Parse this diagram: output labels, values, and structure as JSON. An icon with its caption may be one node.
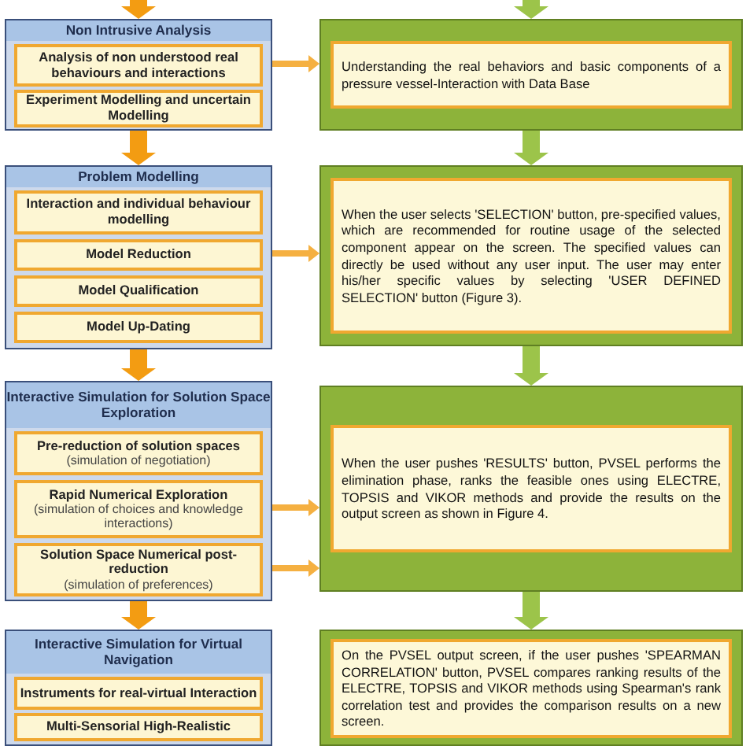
{
  "diagram": {
    "nodes": [
      {
        "text": [
          "Non Intrusive Analysis"
        ]
      },
      {
        "text": [
          "Analysis of non understood real behaviours and interactions"
        ],
        "in": 0
      },
      {
        "text": [
          "Experiment Modelling and uncertain Modelling"
        ],
        "in": 0
      },
      {
        "text": [
          "Problem Modelling"
        ]
      },
      {
        "text": [
          "Interaction and individual behaviour modelling"
        ],
        "in": 3
      },
      {
        "text": [
          "Model Reduction"
        ],
        "in": 3
      },
      {
        "text": [
          "Model Qualification"
        ],
        "in": 3
      },
      {
        "text": [
          "Model Up-Dating"
        ],
        "in": 3
      },
      {
        "text": [
          "Interactive Simulation for Solution Space Exploration"
        ]
      },
      {
        "text": [
          "Pre-reduction of solution spaces",
          "(simulation of negotiation)"
        ],
        "in": 8
      },
      {
        "text": [
          "Rapid Numerical Exploration",
          "(simulation of choices and knowledge interactions)"
        ],
        "in": 8
      },
      {
        "text": [
          "Solution Space Numerical post-reduction",
          "(simulation of preferences)"
        ],
        "in": 8
      },
      {
        "text": [
          "Interactive Simulation for Virtual Navigation"
        ]
      },
      {
        "text": [
          "Instruments for real-virtual Interaction"
        ],
        "in": 12
      },
      {
        "text": [
          "Multi-Sensorial High-Realistic"
        ],
        "in": 12
      },
      {
        "text": [
          "Understanding the real behaviors and basic components of a pressure vessel-Interaction with Data Base"
        ]
      },
      {
        "text": [
          "When the user selects 'SELECTION' button, pre-specified values, which are recommended for routine usage of the selected component appear on the screen. The specified values can directly be used without any user input. The user may enter his/her specific values by selecting 'USER DEFINED SELECTION' button (Figure 3)."
        ]
      },
      {
        "text": [
          "When the user pushes 'RESULTS' button, PVSEL performs the elimination phase, ranks the feasible ones using ELECTRE, TOPSIS and VIKOR methods and provide the results on the output screen as shown in Figure 4."
        ]
      },
      {
        "text": [
          "On the PVSEL output screen, if the user pushes 'SPEARMAN CORRELATION' button, PVSEL compares ranking results of the ELECTRE, TOPSIS and VIKOR methods using Spearman's rank correlation test and provides the comparison results on a new screen."
        ]
      }
    ],
    "edges": [
      {
        "from": null,
        "to": 0,
        "arrow": "to",
        "color": "#f39c12"
      },
      {
        "from": 0,
        "to": 3,
        "arrow": "to",
        "color": "#f39c12"
      },
      {
        "from": 3,
        "to": 8,
        "arrow": "to",
        "color": "#f39c12"
      },
      {
        "from": 8,
        "to": 12,
        "arrow": "to",
        "color": "#f39c12"
      },
      {
        "from": null,
        "to": 15,
        "arrow": "to",
        "color": "#9cc44a"
      },
      {
        "from": 15,
        "to": 16,
        "arrow": "to",
        "color": "#9cc44a"
      },
      {
        "from": 16,
        "to": 17,
        "arrow": "to",
        "color": "#9cc44a"
      },
      {
        "from": 17,
        "to": 18,
        "arrow": "to",
        "color": "#9cc44a"
      },
      {
        "from": 1,
        "to": 15,
        "arrow": "to",
        "color": "#f5b041"
      },
      {
        "from": 5,
        "to": 16,
        "arrow": "to",
        "color": "#f5b041"
      },
      {
        "from": 10,
        "to": 17,
        "arrow": "to",
        "color": "#f5b041"
      },
      {
        "from": 11,
        "to": 17,
        "arrow": "to",
        "color": "#f5b041"
      }
    ]
  }
}
